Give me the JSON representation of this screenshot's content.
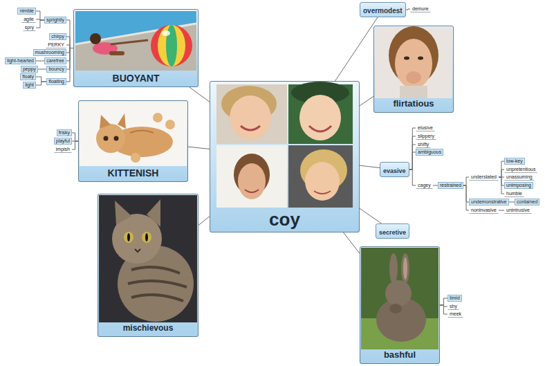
{
  "diagram": {
    "nodes": [
      {
        "text": [
          "coy"
        ]
      },
      {
        "text": [
          "BUOYANT"
        ]
      },
      {
        "text": [
          "KITTENISH"
        ]
      },
      {
        "text": [
          "mischievous"
        ]
      },
      {
        "text": [
          "overmodest"
        ]
      },
      {
        "text": [
          "flirtatious"
        ]
      },
      {
        "text": [
          "evasive"
        ]
      },
      {
        "text": [
          "secretive"
        ]
      },
      {
        "text": [
          "bashful"
        ]
      },
      {
        "text": [
          "sprightly"
        ]
      },
      {
        "text": [
          "nimble"
        ]
      },
      {
        "text": [
          "agile"
        ]
      },
      {
        "text": [
          "spry"
        ]
      },
      {
        "text": [
          "chirpy"
        ]
      },
      {
        "text": [
          "PERKY"
        ]
      },
      {
        "text": [
          "mushrooming"
        ]
      },
      {
        "text": [
          "carefree"
        ]
      },
      {
        "text": [
          "light-hearted"
        ]
      },
      {
        "text": [
          "bouncy"
        ]
      },
      {
        "text": [
          "peppy"
        ]
      },
      {
        "text": [
          "floating"
        ]
      },
      {
        "text": [
          "floaty"
        ]
      },
      {
        "text": [
          "light"
        ]
      },
      {
        "text": [
          "frisky"
        ]
      },
      {
        "text": [
          "playful"
        ]
      },
      {
        "text": [
          "impish"
        ]
      },
      {
        "text": [
          "demure"
        ]
      },
      {
        "text": [
          "elusive"
        ]
      },
      {
        "text": [
          "slippery"
        ]
      },
      {
        "text": [
          "shifty"
        ]
      },
      {
        "text": [
          "ambiguous"
        ]
      },
      {
        "text": [
          "cagey"
        ]
      },
      {
        "text": [
          "restrained"
        ]
      },
      {
        "text": [
          "understated"
        ]
      },
      {
        "text": [
          "low-key"
        ]
      },
      {
        "text": [
          "unpretentious"
        ]
      },
      {
        "text": [
          "unassuming"
        ]
      },
      {
        "text": [
          "unimposing"
        ]
      },
      {
        "text": [
          "humble"
        ]
      },
      {
        "text": [
          "undemonstrative"
        ]
      },
      {
        "text": [
          "contained"
        ]
      },
      {
        "text": [
          "noninvasive"
        ]
      },
      {
        "text": [
          "unintrusive"
        ]
      },
      {
        "text": [
          "timid"
        ]
      },
      {
        "text": [
          "shy"
        ]
      },
      {
        "text": [
          "meek"
        ]
      }
    ],
    "edges": [
      {
        "from": 0,
        "to": 1,
        "arrow": "none"
      },
      {
        "from": 0,
        "to": 2,
        "arrow": "none"
      },
      {
        "from": 0,
        "to": 3,
        "arrow": "none"
      },
      {
        "from": 0,
        "to": 4,
        "arrow": "none"
      },
      {
        "from": 0,
        "to": 5,
        "arrow": "none"
      },
      {
        "from": 0,
        "to": 6,
        "arrow": "none"
      },
      {
        "from": 0,
        "to": 7,
        "arrow": "none"
      },
      {
        "from": 0,
        "to": 8,
        "arrow": "none"
      },
      {
        "from": 1,
        "to": 9,
        "arrow": "none"
      },
      {
        "from": 9,
        "to": 10,
        "arrow": "none"
      },
      {
        "from": 9,
        "to": 11,
        "arrow": "none"
      },
      {
        "from": 9,
        "to": 12,
        "arrow": "none"
      },
      {
        "from": 1,
        "to": 13,
        "arrow": "none"
      },
      {
        "from": 1,
        "to": 14,
        "arrow": "none"
      },
      {
        "from": 1,
        "to": 15,
        "arrow": "none"
      },
      {
        "from": 1,
        "to": 16,
        "arrow": "none"
      },
      {
        "from": 16,
        "to": 17,
        "arrow": "none"
      },
      {
        "from": 1,
        "to": 18,
        "arrow": "none"
      },
      {
        "from": 18,
        "to": 19,
        "arrow": "none"
      },
      {
        "from": 1,
        "to": 20,
        "arrow": "none"
      },
      {
        "from": 20,
        "to": 21,
        "arrow": "none"
      },
      {
        "from": 20,
        "to": 22,
        "arrow": "none"
      },
      {
        "from": 2,
        "to": 23,
        "arrow": "none"
      },
      {
        "from": 2,
        "to": 24,
        "arrow": "none"
      },
      {
        "from": 2,
        "to": 25,
        "arrow": "none"
      },
      {
        "from": 4,
        "to": 26,
        "arrow": "none"
      },
      {
        "from": 6,
        "to": 27,
        "arrow": "none"
      },
      {
        "from": 6,
        "to": 28,
        "arrow": "none"
      },
      {
        "from": 6,
        "to": 29,
        "arrow": "none"
      },
      {
        "from": 6,
        "to": 30,
        "arrow": "none"
      },
      {
        "from": 6,
        "to": 31,
        "arrow": "none"
      },
      {
        "from": 31,
        "to": 32,
        "arrow": "none"
      },
      {
        "from": 32,
        "to": 33,
        "arrow": "none"
      },
      {
        "from": 33,
        "to": 34,
        "arrow": "none"
      },
      {
        "from": 33,
        "to": 35,
        "arrow": "none"
      },
      {
        "from": 33,
        "to": 36,
        "arrow": "none"
      },
      {
        "from": 33,
        "to": 37,
        "arrow": "none"
      },
      {
        "from": 33,
        "to": 38,
        "arrow": "none"
      },
      {
        "from": 32,
        "to": 39,
        "arrow": "none"
      },
      {
        "from": 39,
        "to": 40,
        "arrow": "none"
      },
      {
        "from": 32,
        "to": 41,
        "arrow": "none"
      },
      {
        "from": 41,
        "to": 42,
        "arrow": "none"
      },
      {
        "from": 8,
        "to": 43,
        "arrow": "none"
      },
      {
        "from": 8,
        "to": 44,
        "arrow": "none"
      },
      {
        "from": 8,
        "to": 45,
        "arrow": "none"
      }
    ]
  }
}
